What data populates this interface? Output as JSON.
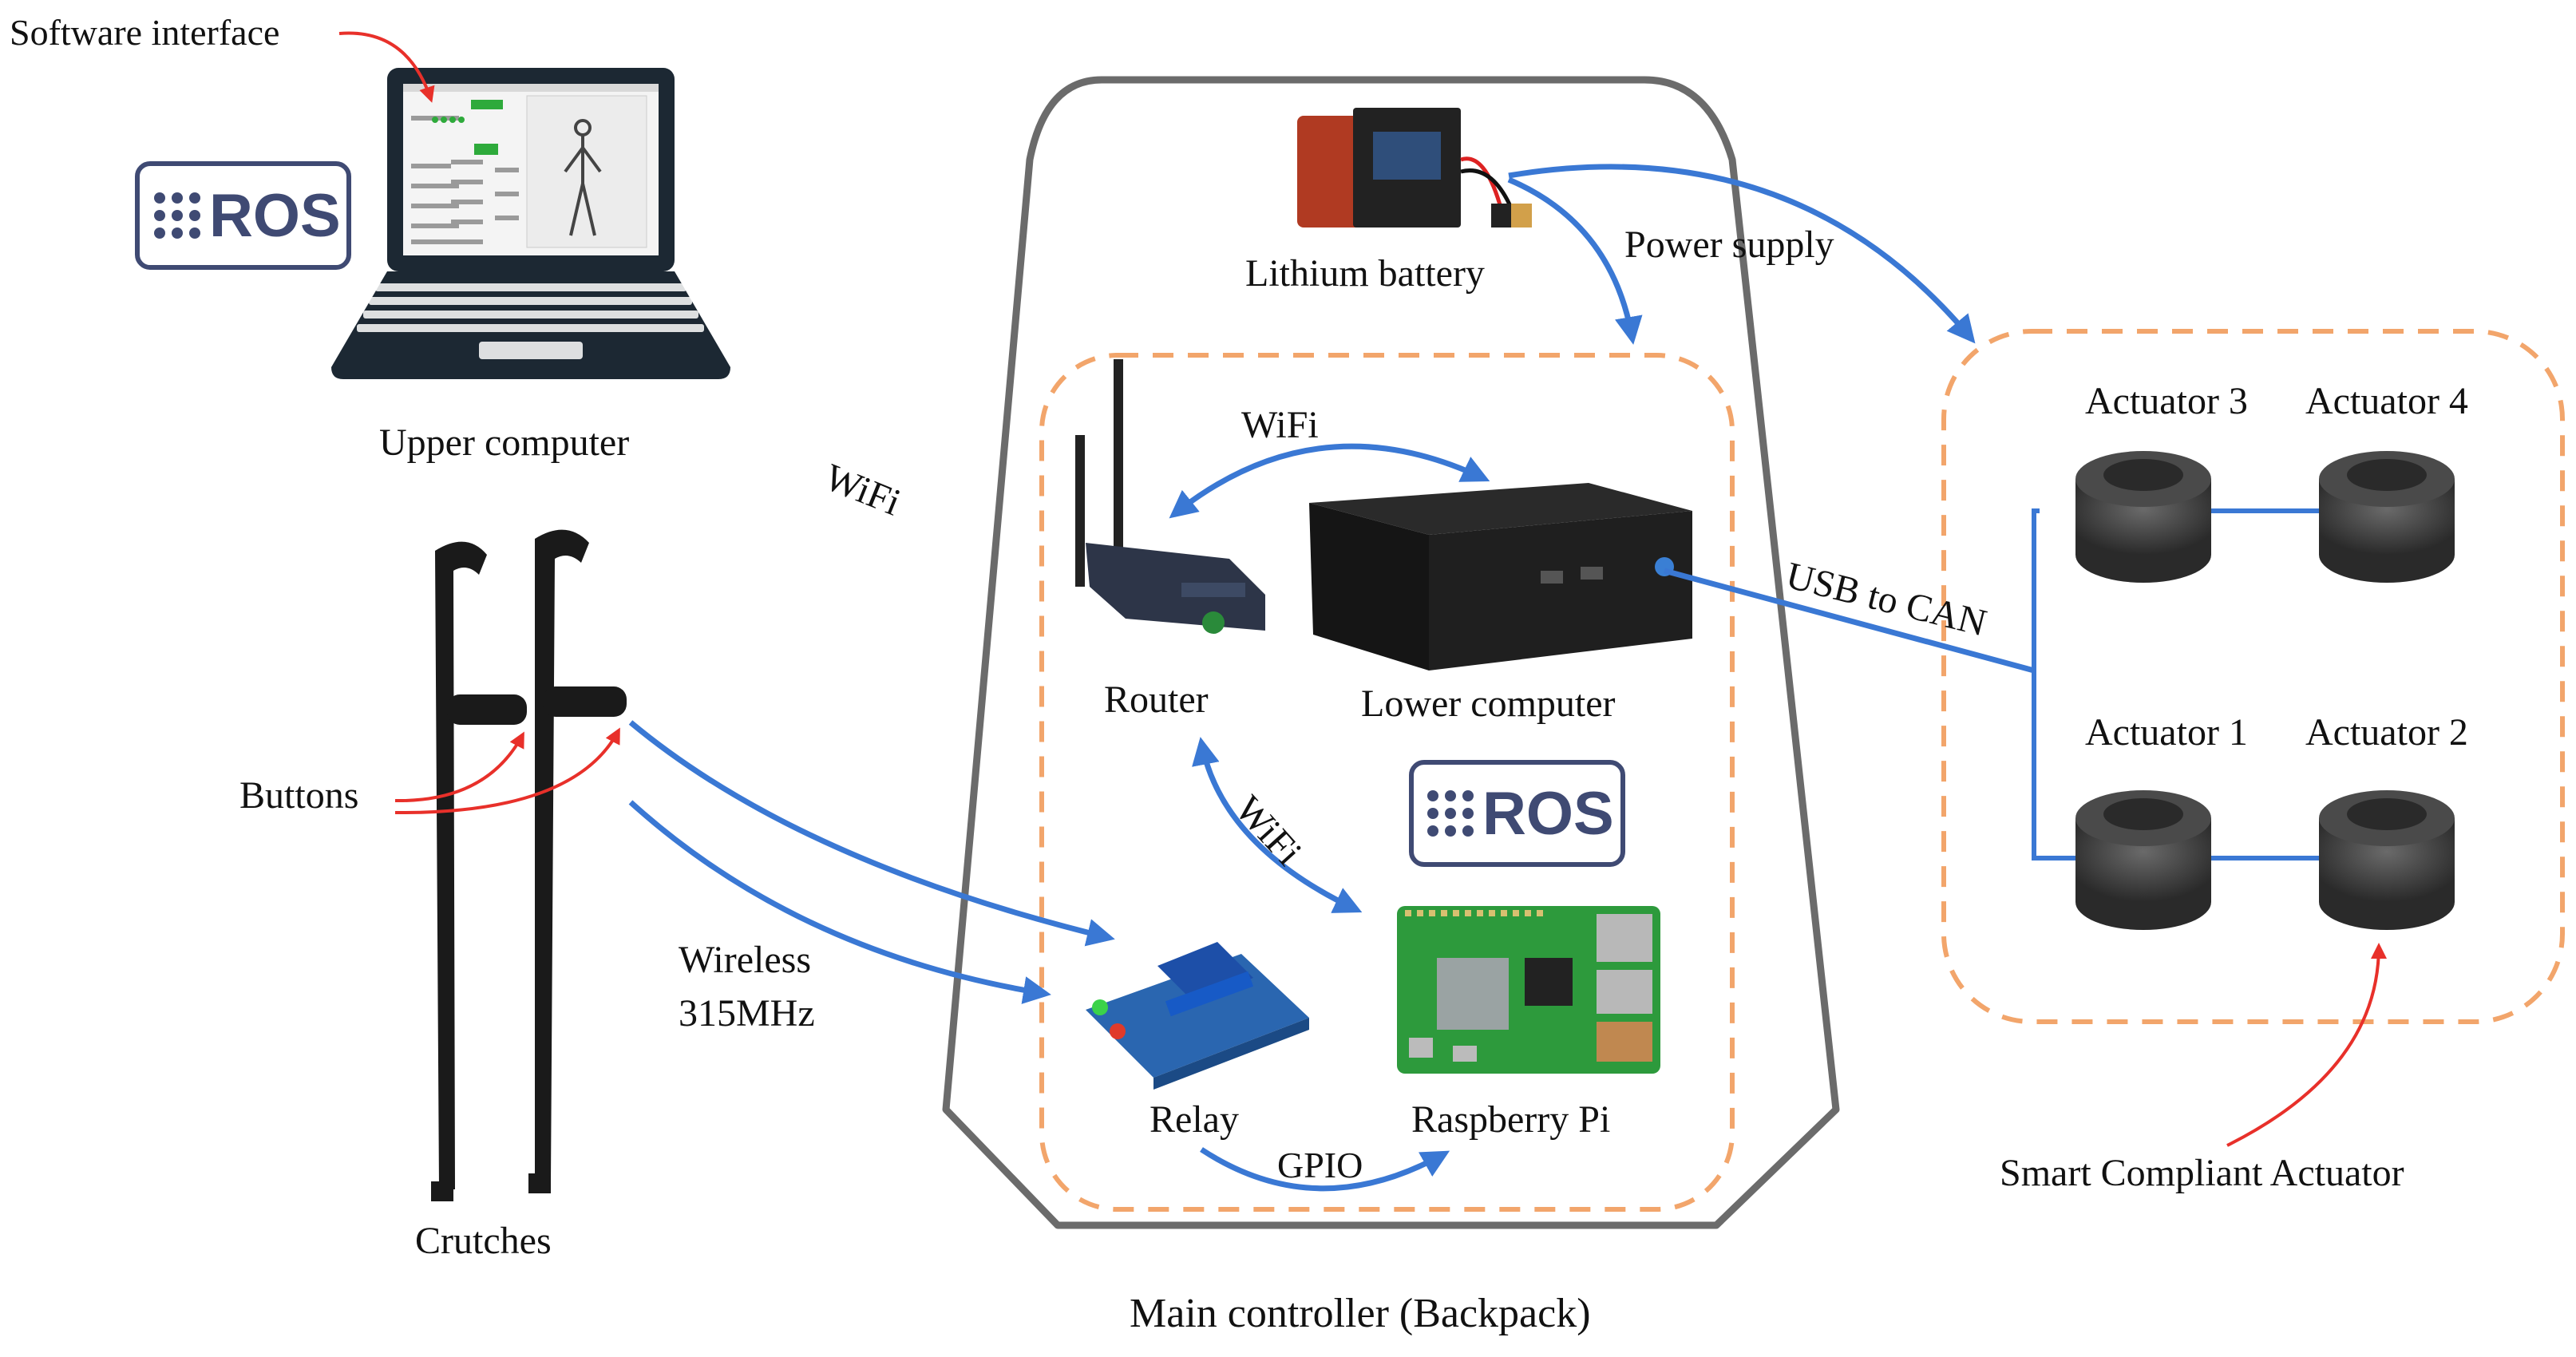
{
  "labels": {
    "software_interface": "Software interface",
    "upper_computer": "Upper computer",
    "ros_upper": "ROS",
    "wifi_upper": "WiFi",
    "crutches": "Crutches",
    "buttons": "Buttons",
    "wireless": "Wireless",
    "wireless_freq": "315MHz",
    "lithium_battery": "Lithium battery",
    "power_supply": "Power  supply",
    "router": "Router",
    "lower_computer": "Lower computer",
    "wifi_router_lower": "WiFi",
    "wifi_router_pi": "WiFi",
    "ros_lower": "ROS",
    "relay": "Relay",
    "raspberry_pi": "Raspberry Pi",
    "gpio": "GPIO",
    "main_controller": "Main controller (Backpack)",
    "usb_to_can": "USB to CAN",
    "actuator_3": "Actuator 3",
    "actuator_4": "Actuator 4",
    "actuator_1": "Actuator 1",
    "actuator_2": "Actuator 2",
    "smart_compliant_actuator": "Smart Compliant Actuator"
  },
  "colors": {
    "arrow_blue": "#3a78d4",
    "annotation_red": "#e8302a",
    "dashed_orange": "#f2a56b",
    "outline_gray": "#6b6b6b",
    "ros_border": "#3f4a73"
  },
  "icons": {
    "laptop": "laptop-icon",
    "crutch": "crutch-icon",
    "battery": "lithium-battery-icon",
    "router": "wifi-router-icon",
    "mini_pc": "mini-pc-icon",
    "relay": "relay-module-icon",
    "raspberry_pi": "raspberry-pi-board-icon",
    "actuator": "actuator-motor-icon"
  }
}
